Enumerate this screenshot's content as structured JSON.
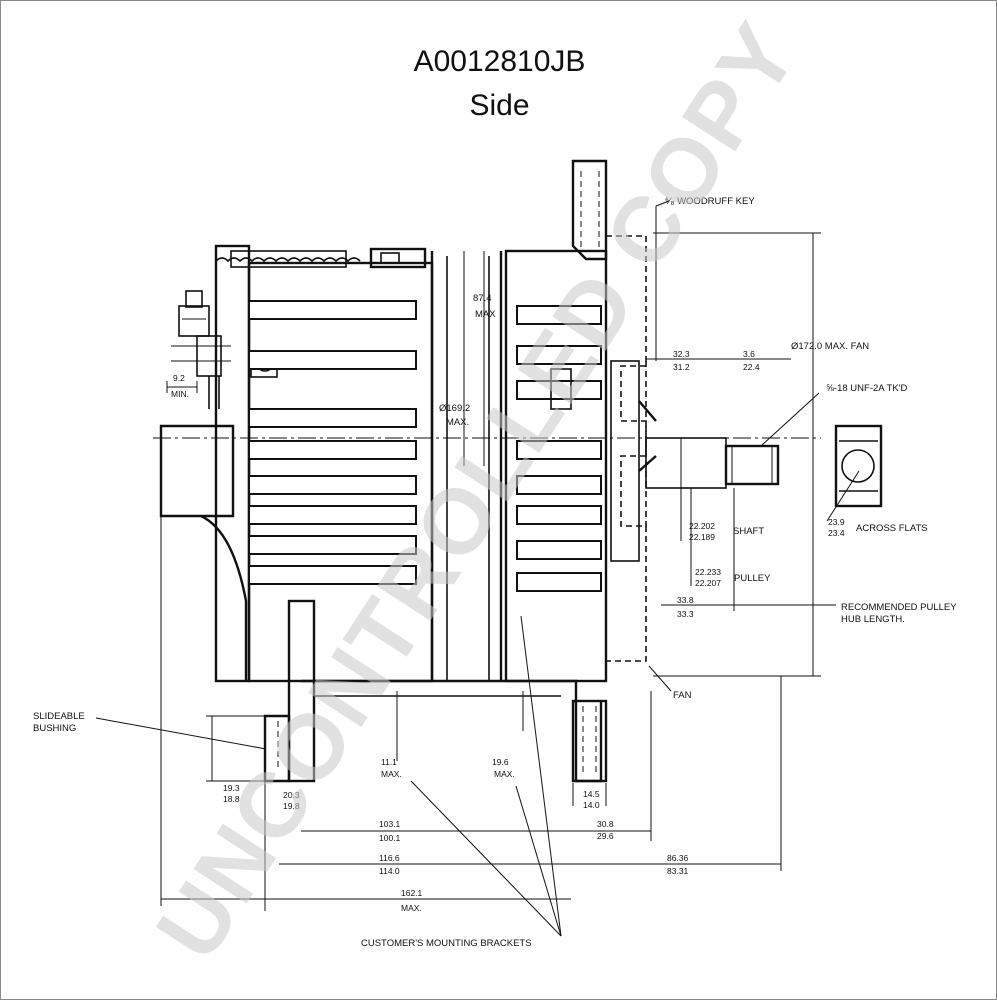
{
  "header": {
    "part_number": "A0012810JB",
    "view": "Side"
  },
  "watermark": "UNCONTROLLED COPY",
  "callouts": {
    "woodruff_key": "⁶⁄₈ WOODRUFF KEY",
    "max_fan": "Ø172.0 MAX. FAN",
    "thread": "⅝-18 UNF-2A TK'D",
    "across_flats": "ACROSS FLATS",
    "shaft": "SHAFT",
    "pulley": "PULLEY",
    "recommended_pulley": "RECOMMENDED PULLEY",
    "hub_length": "HUB LENGTH.",
    "fan": "FAN",
    "slideable": "SLIDEABLE",
    "bushing": "BUSHING",
    "customers_brackets": "CUSTOMER'S MOUNTING BRACKETS"
  },
  "dimensions": {
    "d_87_4": "87.4",
    "max_87_4": "MAX",
    "d_169_2": "Ø169.2",
    "max_169_2": "MAX.",
    "d_32_3": "32.3",
    "d_31_2": "31.2",
    "d_3_6": "3.6",
    "d_22_4": "22.4",
    "d_9_2": "9.2",
    "min_9_2": "MIN.",
    "shaft_hi": "22.202",
    "shaft_lo": "22.189",
    "pulley_hi": "22.233",
    "pulley_lo": "22.207",
    "flats_hi": "23.9",
    "flats_lo": "23.4",
    "hub_hi": "33.8",
    "hub_lo": "33.3",
    "bush_hi": "19.3",
    "bush_lo": "18.8",
    "d_11": "11.1",
    "max_11": "MAX.",
    "d_19_6": "19.6",
    "max_19_6": "MAX.",
    "d_14_5": "14.5",
    "d_14_0": "14.0",
    "d_20_3": "20.3",
    "d_19_8": "19.8",
    "d_103_1": "103.1",
    "d_100_1": "100.1",
    "d_30_8": "30.8",
    "d_29_6": "29.6",
    "d_116_6": "116.6",
    "d_114_0": "114.0",
    "d_86_36": "86.36",
    "d_83_31": "83.31",
    "d_162_1": "162.1",
    "max_162_1": "MAX."
  }
}
